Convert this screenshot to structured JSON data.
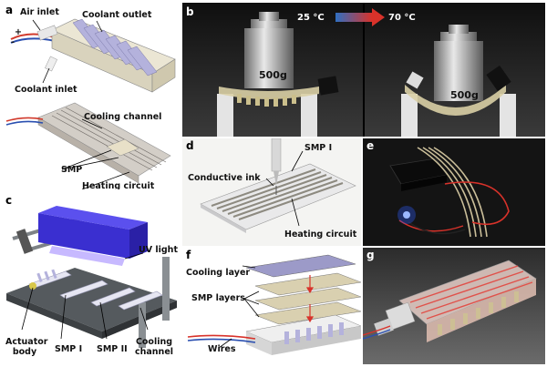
{
  "panels": {
    "a": {
      "label": "a",
      "air_inlet": "Air inlet",
      "coolant_outlet": "Coolant outlet",
      "plus": "+",
      "minus": "-",
      "coolant_inlet": "Coolant inlet",
      "cooling_channel": "Cooling channel",
      "smp": "SMP",
      "heating_circuit": "Heating circuit"
    },
    "b": {
      "label": "b",
      "temp_start": "25 °C",
      "temp_end": "70 °C",
      "weight_left": "500g",
      "weight_right": "500g"
    },
    "c": {
      "label": "c",
      "uv_light": "UV light",
      "actuator_body": "Actuator body",
      "smp_i": "SMP I",
      "smp_ii": "SMP II",
      "cooling_channel": "Cooling channel"
    },
    "d": {
      "label": "d",
      "smp_i": "SMP I",
      "conductive_ink": "Conductive ink",
      "heating_circuit": "Heating circuit"
    },
    "e": {
      "label": "e"
    },
    "f": {
      "label": "f",
      "cooling_layer": "Cooling layer",
      "smp_layers": "SMP layers",
      "wires": "Wires"
    },
    "g": {
      "label": "g"
    }
  },
  "colors": {
    "actuator_purple": "#b4b2dc",
    "uv_blue": "#3a2fd0",
    "photo_dark": "#1c1c1c",
    "arrow_blue": "#2f6fc2",
    "arrow_red": "#d8322a"
  }
}
